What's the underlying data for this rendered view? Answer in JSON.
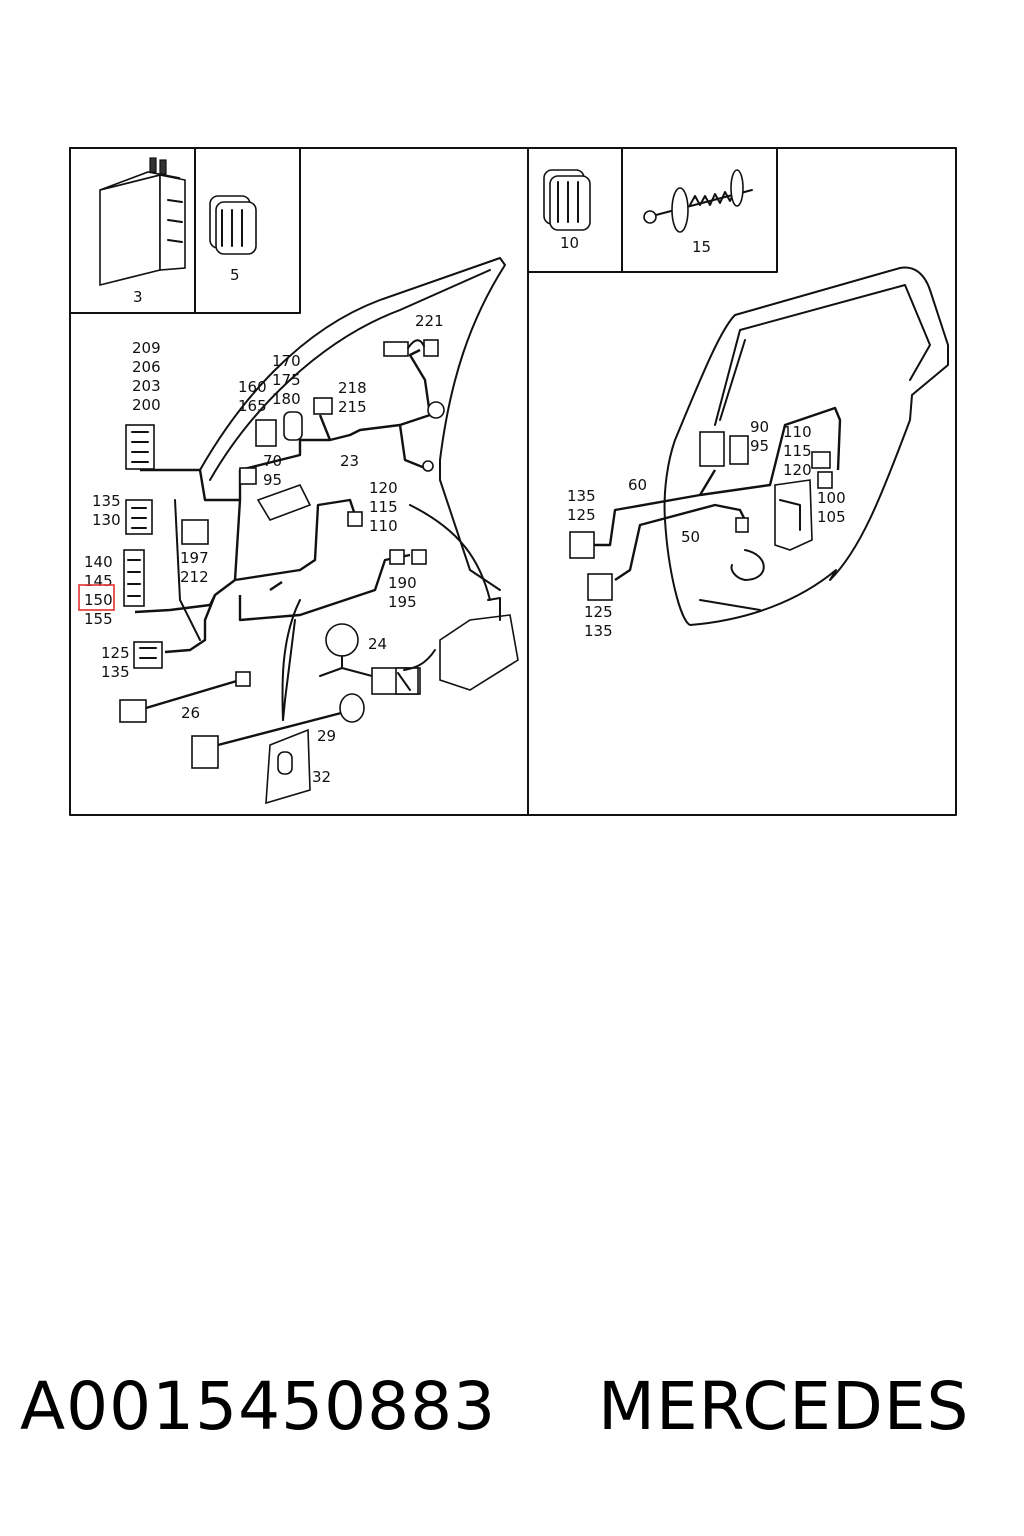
{
  "diagram": {
    "left_panel": {
      "inset_labels": [
        "3",
        "5"
      ],
      "labels": {
        "l_209": "209",
        "l_206": "206",
        "l_203": "203",
        "l_200": "200",
        "l_170": "170",
        "l_175": "175",
        "l_180": "180",
        "l_221": "221",
        "l_160": "160",
        "l_165": "165",
        "l_218": "218",
        "l_215": "215",
        "l_70": "70",
        "l_95": "95",
        "l_23": "23",
        "l_135": "135",
        "l_130": "130",
        "l_120": "120",
        "l_115": "115",
        "l_110": "110",
        "l_197": "197",
        "l_212": "212",
        "l_140": "140",
        "l_145": "145",
        "l_150": "150",
        "l_155": "155",
        "l_190": "190",
        "l_195": "195",
        "l_125": "125",
        "l_135b": "135",
        "l_24": "24",
        "l_26": "26",
        "l_29": "29",
        "l_32": "32"
      }
    },
    "right_panel": {
      "inset_labels": [
        "10",
        "15"
      ],
      "labels": {
        "r_90": "90",
        "r_95": "95",
        "r_110": "110",
        "r_115": "115",
        "r_120": "120",
        "r_135": "135",
        "r_125": "125",
        "r_60": "60",
        "r_50": "50",
        "r_100": "100",
        "r_105": "105",
        "r_125b": "125",
        "r_135b": "135"
      }
    },
    "highlighted_label": "150"
  },
  "footer": {
    "part_number": "A0015450883",
    "brand": "MERCEDES"
  },
  "colors": {
    "line": "#111111",
    "highlight": "#e23030",
    "background": "#ffffff"
  }
}
